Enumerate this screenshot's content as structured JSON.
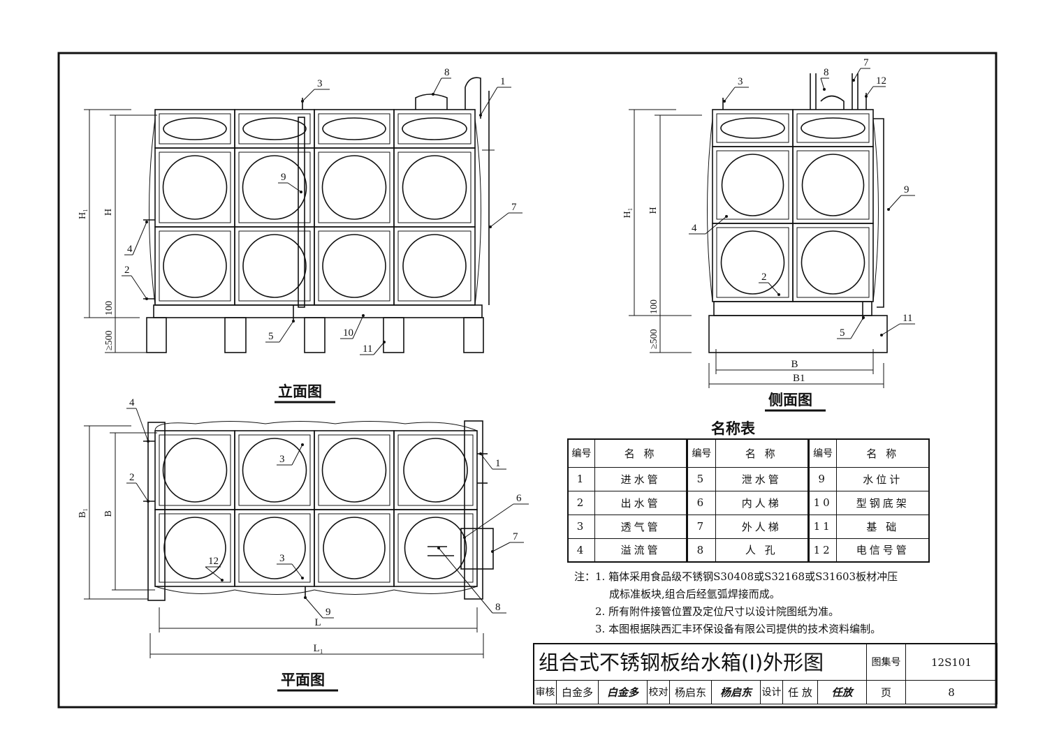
{
  "views": {
    "elevation": {
      "title": "立面图",
      "callouts": [
        "1",
        "2",
        "3",
        "4",
        "5",
        "7",
        "8",
        "9",
        "10",
        "11"
      ],
      "dims": {
        "H1": "H₁",
        "H": "H",
        "d100": "100",
        "d500": "≥500"
      }
    },
    "side": {
      "title": "侧面图",
      "callouts": [
        "2",
        "3",
        "4",
        "5",
        "7",
        "8",
        "9",
        "11",
        "12"
      ],
      "dims": {
        "H1": "H₁",
        "H": "H",
        "d100": "100",
        "d500": "≥500",
        "B": "B",
        "B1": "B1"
      }
    },
    "plan": {
      "title": "平面图",
      "callouts": [
        "1",
        "2",
        "3",
        "3",
        "4",
        "6",
        "7",
        "8",
        "9",
        "12"
      ],
      "dims": {
        "B1": "B₁",
        "B": "B",
        "L": "L",
        "L1": "L₁"
      }
    }
  },
  "parts_table": {
    "title": "名称表",
    "header": {
      "no": "编号",
      "name": "名 称"
    },
    "rows": [
      [
        {
          "no": "1",
          "name": "进水管"
        },
        {
          "no": "5",
          "name": "泄水管"
        },
        {
          "no": "9",
          "name": "水位计"
        }
      ],
      [
        {
          "no": "2",
          "name": "出水管"
        },
        {
          "no": "6",
          "name": "内人梯"
        },
        {
          "no": "10",
          "name": "型钢底架"
        }
      ],
      [
        {
          "no": "3",
          "name": "透气管"
        },
        {
          "no": "7",
          "name": "外人梯"
        },
        {
          "no": "11",
          "name": "基  础"
        }
      ],
      [
        {
          "no": "4",
          "name": "溢流管"
        },
        {
          "no": "8",
          "name": "人  孔"
        },
        {
          "no": "12",
          "name": "电信号管"
        }
      ]
    ]
  },
  "notes": {
    "prefix": "注：",
    "items": [
      "1. 箱体采用食品级不锈钢S30408或S32168或S31603板材冲压",
      "成标准板块,组合后经氩弧焊接而成。",
      "2. 所有附件接管位置及定位尺寸以设计院图纸为准。",
      "3. 本图根据陕西汇丰环保设备有限公司提供的技术资料编制。"
    ]
  },
  "title_block": {
    "drawing_title": "组合式不锈钢板给水箱(Ⅰ)外形图",
    "atlas_label": "图集号",
    "atlas_no": "12S101",
    "page_label": "页",
    "page_no": "8",
    "review_label": "审核",
    "reviewer": "白金多",
    "reviewer_sig": "白金多",
    "check_label": "校对",
    "checker": "杨启东",
    "checker_sig": "杨启东",
    "design_label": "设计",
    "designer": "任 放",
    "designer_sig": "任放"
  }
}
